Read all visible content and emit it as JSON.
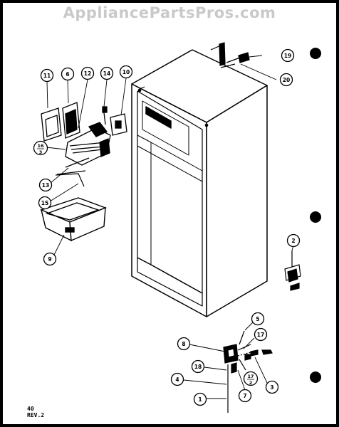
{
  "watermark": "AppliancePartsPros.com",
  "footer": {
    "page": "40",
    "revision": "REV.2"
  },
  "callouts": [
    {
      "id": "c11",
      "label": "11"
    },
    {
      "id": "c6",
      "label": "6"
    },
    {
      "id": "c12",
      "label": "12"
    },
    {
      "id": "c14",
      "label": "14"
    },
    {
      "id": "c10",
      "label": "10"
    },
    {
      "id": "c16",
      "label": "16",
      "sub": "3"
    },
    {
      "id": "c13",
      "label": "13"
    },
    {
      "id": "c15",
      "label": "15"
    },
    {
      "id": "c9",
      "label": "9"
    },
    {
      "id": "c19",
      "label": "19"
    },
    {
      "id": "c20",
      "label": "20"
    },
    {
      "id": "c2",
      "label": "2"
    },
    {
      "id": "c5",
      "label": "5"
    },
    {
      "id": "c8",
      "label": "8"
    },
    {
      "id": "c17",
      "label": "17"
    },
    {
      "id": "c17b",
      "label": "17",
      "sub": "2"
    },
    {
      "id": "c18",
      "label": "18"
    },
    {
      "id": "c4",
      "label": "4"
    },
    {
      "id": "c3",
      "label": "3"
    },
    {
      "id": "c1",
      "label": "1"
    },
    {
      "id": "c7",
      "label": "7"
    }
  ]
}
